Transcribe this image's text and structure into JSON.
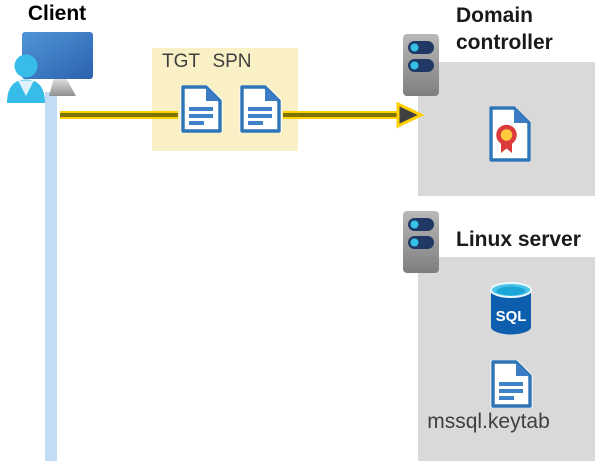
{
  "client": {
    "label": "Client"
  },
  "ticket_box": {
    "tgt_label": "TGT",
    "spn_label": "SPN"
  },
  "domain_controller": {
    "label": "Domain controller"
  },
  "linux_server": {
    "label": "Linux server",
    "sql_label": "SQL",
    "keytab_label": "mssql.keytab"
  },
  "colors": {
    "arrow_yellow": "#FFD103",
    "arrow_core": "#7E7200",
    "arrowhead_gray": "#3F3F3F",
    "ticket_box_bg": "#FAF0C6",
    "machine_box_bg": "#D9D9D9",
    "document_blue": "#2E75B6",
    "accent_cyan": "#35C2E9",
    "server_pill_navy": "#203864",
    "certificate_red": "#DB3B3B",
    "certificate_gold": "#FFC83D",
    "sql_blue": "#0D5EAC",
    "monitor_blue": "#3C79C2",
    "timeline_blue": "#C3DCF6"
  }
}
